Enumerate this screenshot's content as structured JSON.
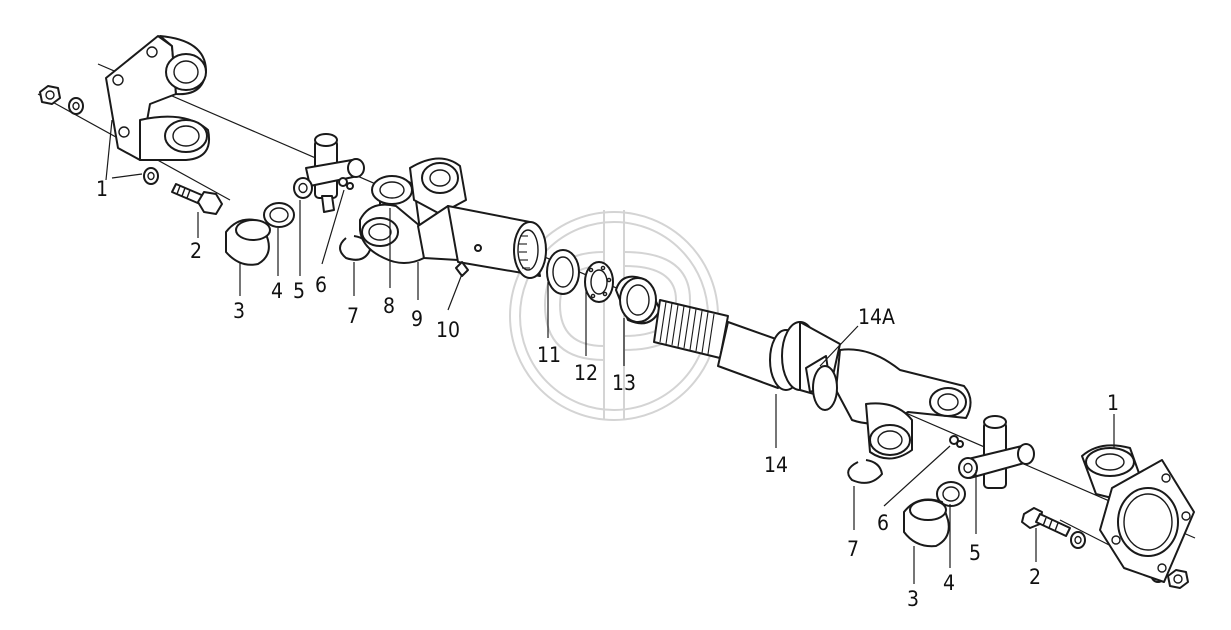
{
  "diagram": {
    "callouts": [
      "1",
      "2",
      "3",
      "4",
      "5",
      "6",
      "7",
      "8",
      "9",
      "10",
      "11",
      "12",
      "13",
      "14",
      "14A"
    ],
    "right_callouts": [
      "14A",
      "14",
      "1",
      "7",
      "6",
      "5",
      "4",
      "3",
      "2"
    ]
  },
  "colors": {
    "line": "#1a1a1a",
    "watermark": "#d4d4d4",
    "background": "#ffffff"
  }
}
